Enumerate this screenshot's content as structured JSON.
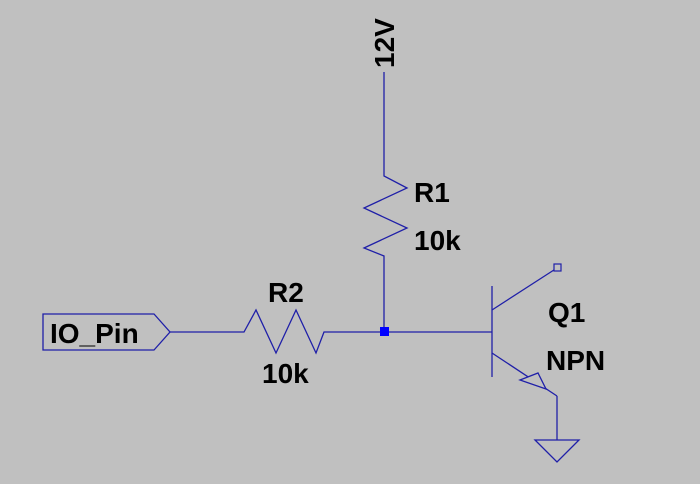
{
  "colors": {
    "background": "#c0c0c0",
    "wire": "#1f1fa8",
    "junction": "#0000ff",
    "text": "#000000"
  },
  "supply": {
    "label": "12V"
  },
  "input_port": {
    "label": "IO_Pin"
  },
  "r1": {
    "name": "R1",
    "value": "10k"
  },
  "r2": {
    "name": "R2",
    "value": "10k"
  },
  "q1": {
    "name": "Q1",
    "type": "NPN"
  },
  "ground": {
    "icon": "ground-icon"
  }
}
